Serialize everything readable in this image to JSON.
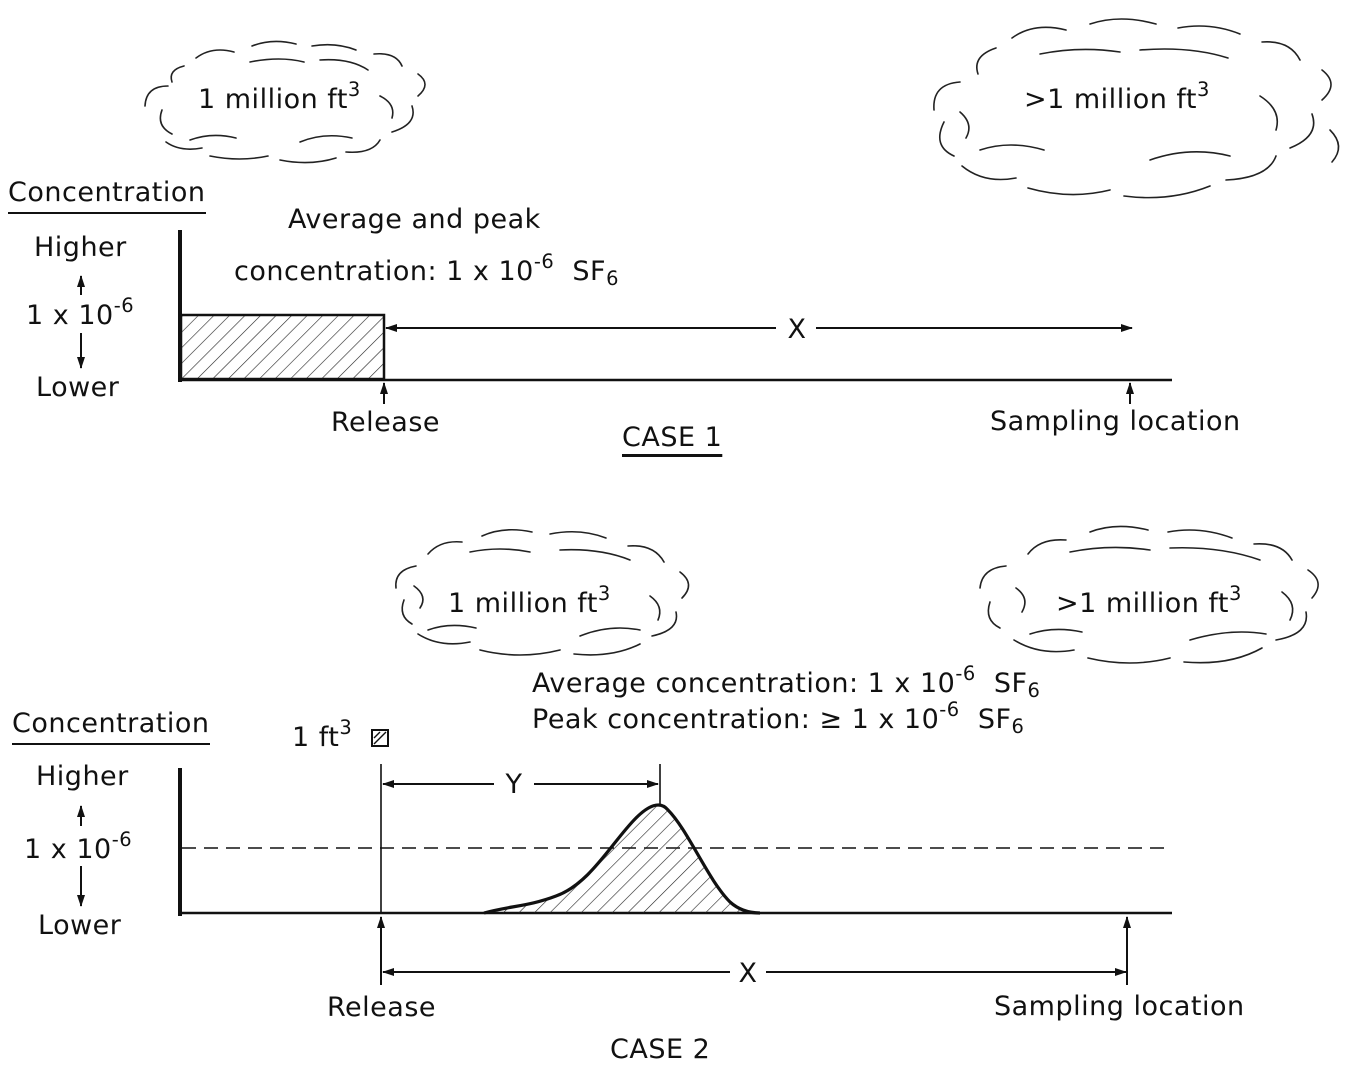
{
  "case1": {
    "title": "CASE  1",
    "cloud_left": {
      "text": "1 million ft",
      "sup": "3"
    },
    "cloud_right": {
      "text": ">1 million ft",
      "sup": "3"
    },
    "axis": {
      "title": "Concentration",
      "higher": "Higher",
      "level": "1 x 10",
      "level_exp": "-6",
      "lower": "Lower"
    },
    "annotation": {
      "line1": "Average and peak",
      "line2": "concentration: 1 x 10",
      "exp": "-6",
      "species": "SF",
      "species_sub": "6"
    },
    "distance_label": "X",
    "release_label": "Release",
    "sampling_label": "Sampling location"
  },
  "case2": {
    "title": "CASE  2",
    "cloud_left": {
      "text": "1 million ft",
      "sup": "3"
    },
    "cloud_right": {
      "text": ">1 million ft",
      "sup": "3"
    },
    "axis": {
      "title": "Concentration",
      "higher": "Higher",
      "level": "1 x 10",
      "level_exp": "-6",
      "lower": "Lower"
    },
    "average": {
      "label": "Average concentration: 1 x 10",
      "exp": "-6",
      "species": "SF",
      "species_sub": "6"
    },
    "peak": {
      "label": "Peak concentration: ≥ 1 x 10",
      "exp": "-6",
      "species": "SF",
      "species_sub": "6"
    },
    "source_volume": {
      "text": "1 ft",
      "sup": "3"
    },
    "y_label": "Y",
    "distance_label": "X",
    "release_label": "Release",
    "sampling_label": "Sampling location"
  }
}
